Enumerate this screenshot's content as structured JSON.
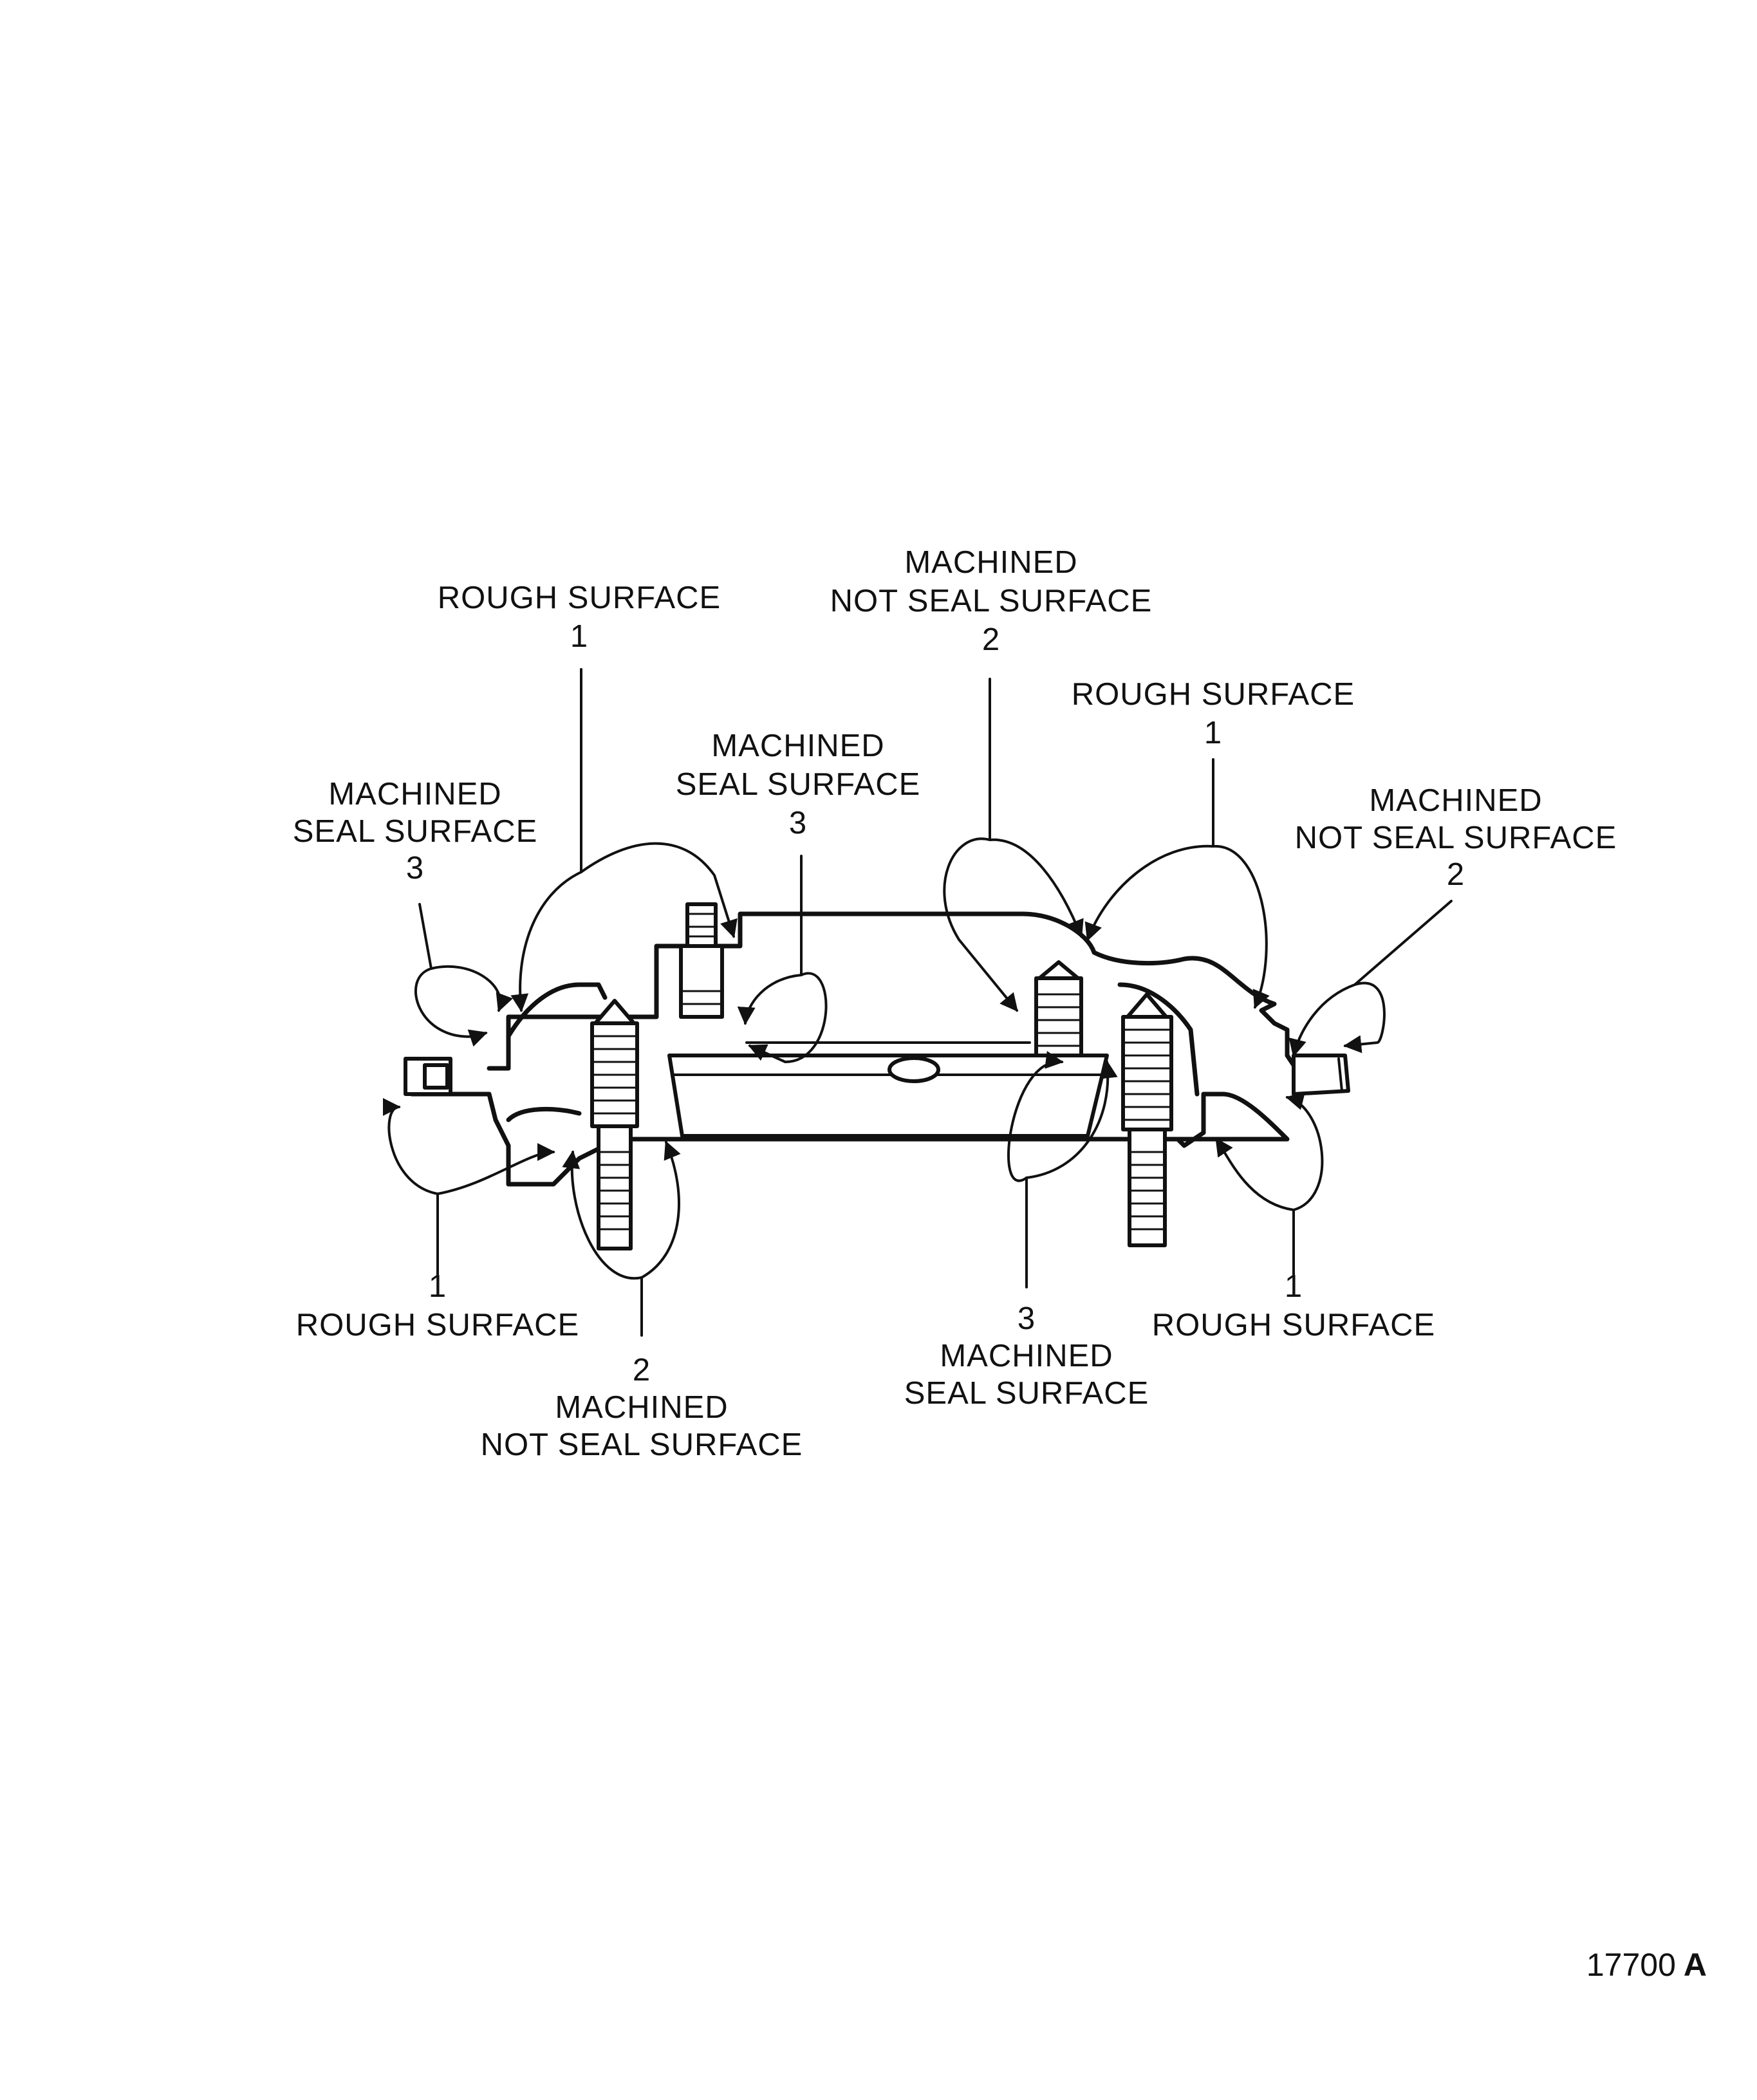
{
  "figure_number": "17700",
  "figure_suffix": "A",
  "callouts": [
    {
      "id": "rough-top-left",
      "number": "1",
      "lines": [
        "ROUGH SURFACE"
      ]
    },
    {
      "id": "machined-ns-top",
      "number": "2",
      "lines": [
        "MACHINED",
        "NOT SEAL SURFACE"
      ]
    },
    {
      "id": "rough-top-right",
      "number": "1",
      "lines": [
        "ROUGH SURFACE"
      ]
    },
    {
      "id": "machined-seal-mid",
      "number": "3",
      "lines": [
        "MACHINED",
        "SEAL SURFACE"
      ]
    },
    {
      "id": "machined-seal-left",
      "number": "3",
      "lines": [
        "MACHINED",
        "SEAL SURFACE"
      ]
    },
    {
      "id": "machined-ns-right",
      "number": "2",
      "lines": [
        "MACHINED",
        "NOT SEAL SURFACE"
      ]
    },
    {
      "id": "rough-bottom-left",
      "number": "1",
      "lines": [
        "ROUGH SURFACE"
      ]
    },
    {
      "id": "machined-ns-bottom",
      "number": "2",
      "lines": [
        "MACHINED",
        "NOT SEAL SURFACE"
      ]
    },
    {
      "id": "machined-seal-bottom",
      "number": "3",
      "lines": [
        "MACHINED",
        "SEAL SURFACE"
      ]
    },
    {
      "id": "rough-bottom-right",
      "number": "1",
      "lines": [
        "ROUGH SURFACE"
      ]
    }
  ]
}
